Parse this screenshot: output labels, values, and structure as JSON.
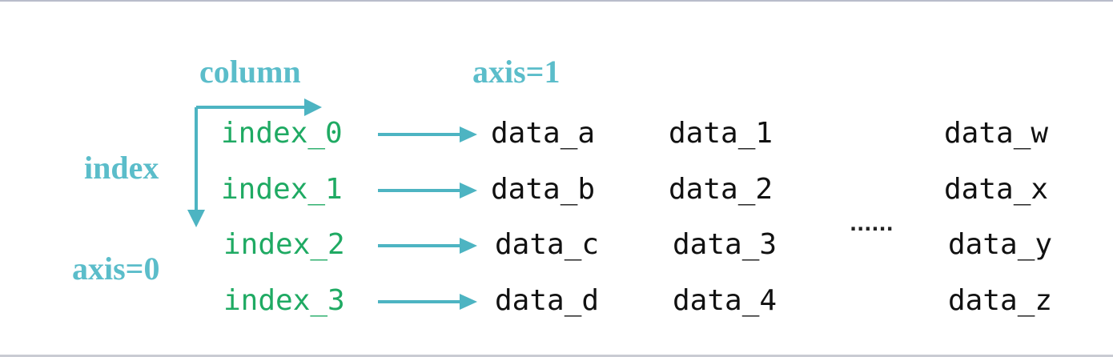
{
  "colors": {
    "axis_label": "#5bbdca",
    "arrow": "#4db4c2",
    "index_text": "#1faa63",
    "data_text": "#111111"
  },
  "labels": {
    "column": "column",
    "axis1": "axis=1",
    "index": "index",
    "axis0": "axis=0",
    "ellipsis": "......"
  },
  "rows": [
    {
      "index": "index_0",
      "cells": [
        "data_a",
        "data_1",
        "data_w"
      ]
    },
    {
      "index": "index_1",
      "cells": [
        "data_b",
        "data_2",
        "data_x"
      ]
    },
    {
      "index": "index_2",
      "cells": [
        "data_c",
        "data_3",
        "data_y"
      ]
    },
    {
      "index": "index_3",
      "cells": [
        "data_d",
        "data_4",
        "data_z"
      ]
    }
  ]
}
